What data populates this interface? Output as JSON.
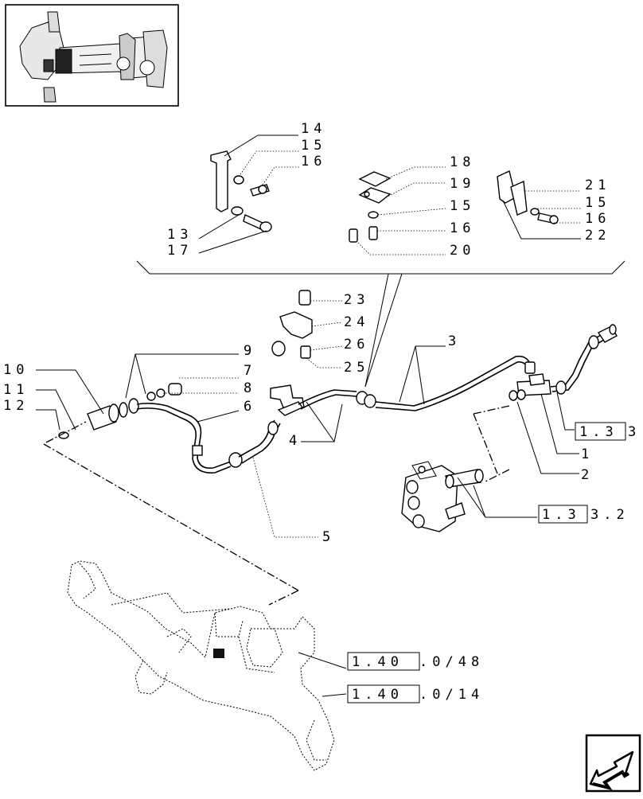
{
  "callouts": {
    "c14": "14",
    "c15a": "15",
    "c16a": "16",
    "c13": "13",
    "c17": "17",
    "c18": "18",
    "c19": "19",
    "c15b": "15",
    "c16b": "16",
    "c20": "20",
    "c21": "21",
    "c15c": "15",
    "c16c": "16",
    "c22": "22",
    "c23": "23",
    "c24": "24",
    "c26": "26",
    "c25": "25",
    "c9": "9",
    "c7": "7",
    "c8": "8",
    "c6": "6",
    "c10": "10",
    "c11": "11",
    "c12": "12",
    "c3": "3",
    "c4": "4",
    "c5": "5",
    "c1": "1",
    "c2": "2"
  },
  "references": {
    "ref_133_box": "1.3",
    "ref_133_suffix": "3",
    "ref_1332_box": "1.3",
    "ref_1332_suffix": "3.2",
    "ref_48_box": "1.40",
    "ref_48_suffix": ".0/48",
    "ref_14_box": "1.40",
    "ref_14_suffix": ".0/14"
  },
  "icons": {
    "thumbnail": "axle-assembly-thumbnail",
    "nav": "next-page-arrow-icon"
  }
}
